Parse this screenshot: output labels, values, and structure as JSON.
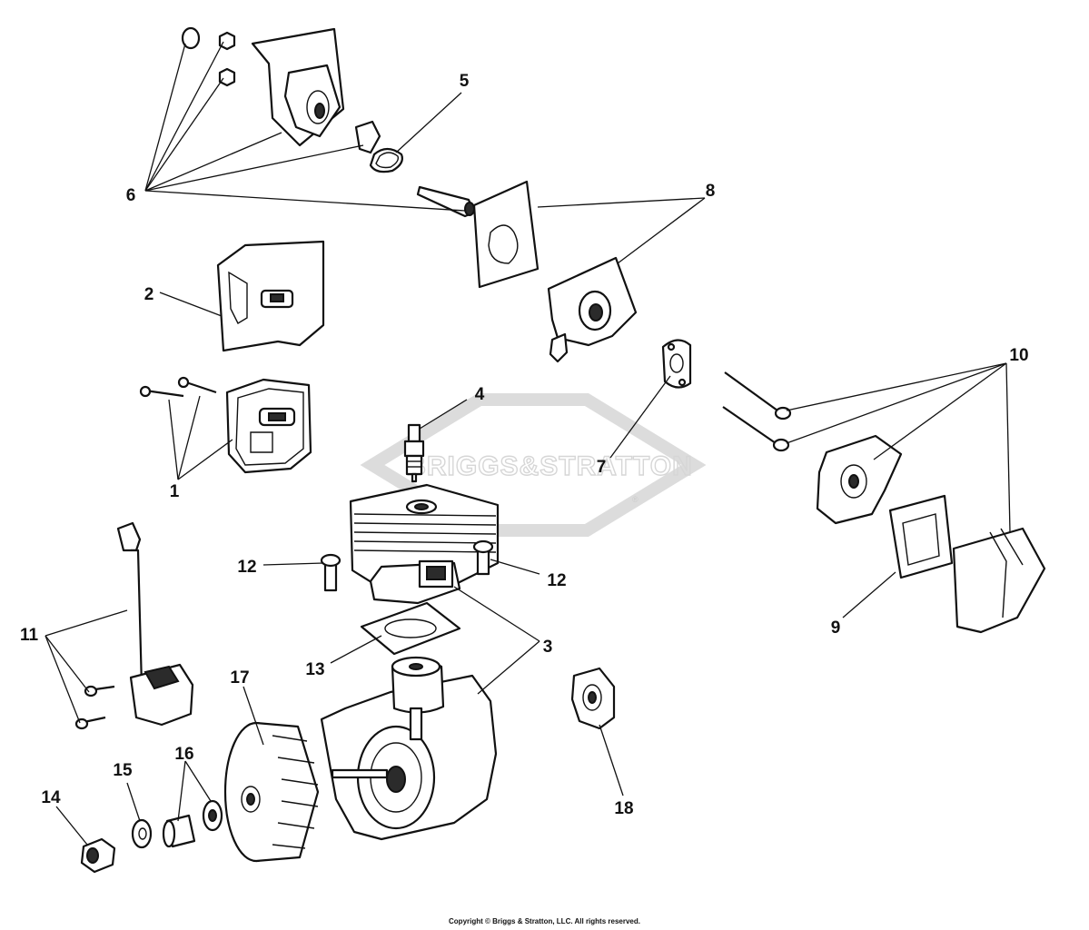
{
  "watermark": {
    "brand": "BRIGGS&STRATTON",
    "registered_mark": "®"
  },
  "callouts": [
    {
      "id": "c1",
      "label": "1"
    },
    {
      "id": "c2",
      "label": "2"
    },
    {
      "id": "c3",
      "label": "3"
    },
    {
      "id": "c4",
      "label": "4"
    },
    {
      "id": "c5",
      "label": "5"
    },
    {
      "id": "c6",
      "label": "6"
    },
    {
      "id": "c7",
      "label": "7"
    },
    {
      "id": "c8",
      "label": "8"
    },
    {
      "id": "c9",
      "label": "9"
    },
    {
      "id": "c10",
      "label": "10"
    },
    {
      "id": "c11",
      "label": "11"
    },
    {
      "id": "c12a",
      "label": "12"
    },
    {
      "id": "c12b",
      "label": "12"
    },
    {
      "id": "c13",
      "label": "13"
    },
    {
      "id": "c14",
      "label": "14"
    },
    {
      "id": "c15",
      "label": "15"
    },
    {
      "id": "c16",
      "label": "16"
    },
    {
      "id": "c17",
      "label": "17"
    },
    {
      "id": "c18",
      "label": "18"
    }
  ],
  "copyright": "Copyright © Briggs & Stratton, LLC. All rights reserved."
}
